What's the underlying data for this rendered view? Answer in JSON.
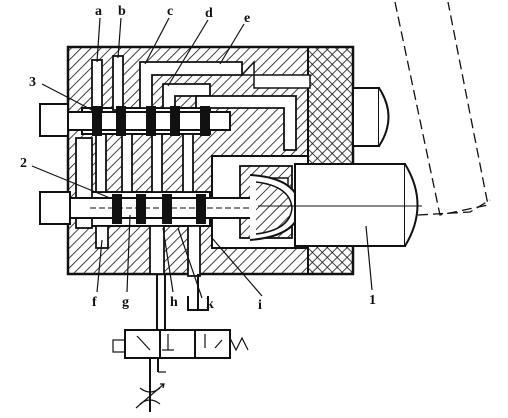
{
  "labels": {
    "a": "a",
    "b": "b",
    "c": "c",
    "d": "d",
    "e": "e",
    "f": "f",
    "g": "g",
    "h": "h",
    "i": "i",
    "k": "k",
    "n1": "1",
    "n2": "2",
    "n3": "3"
  },
  "colors": {
    "ink": "#111111",
    "paper": "#ffffff"
  }
}
